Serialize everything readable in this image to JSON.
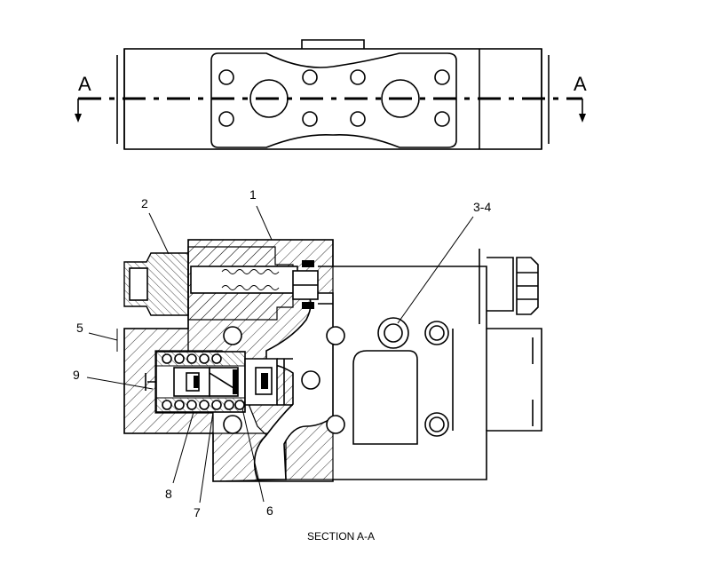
{
  "section_markers": {
    "left": "A",
    "right": "A"
  },
  "callouts": {
    "c1": "1",
    "c2": "2",
    "c34": "3-4",
    "c5": "5",
    "c6": "6",
    "c7": "7",
    "c8": "8",
    "c9": "9"
  },
  "caption": "SECTION A-A",
  "colors": {
    "ink": "#000000",
    "background": "#ffffff"
  }
}
